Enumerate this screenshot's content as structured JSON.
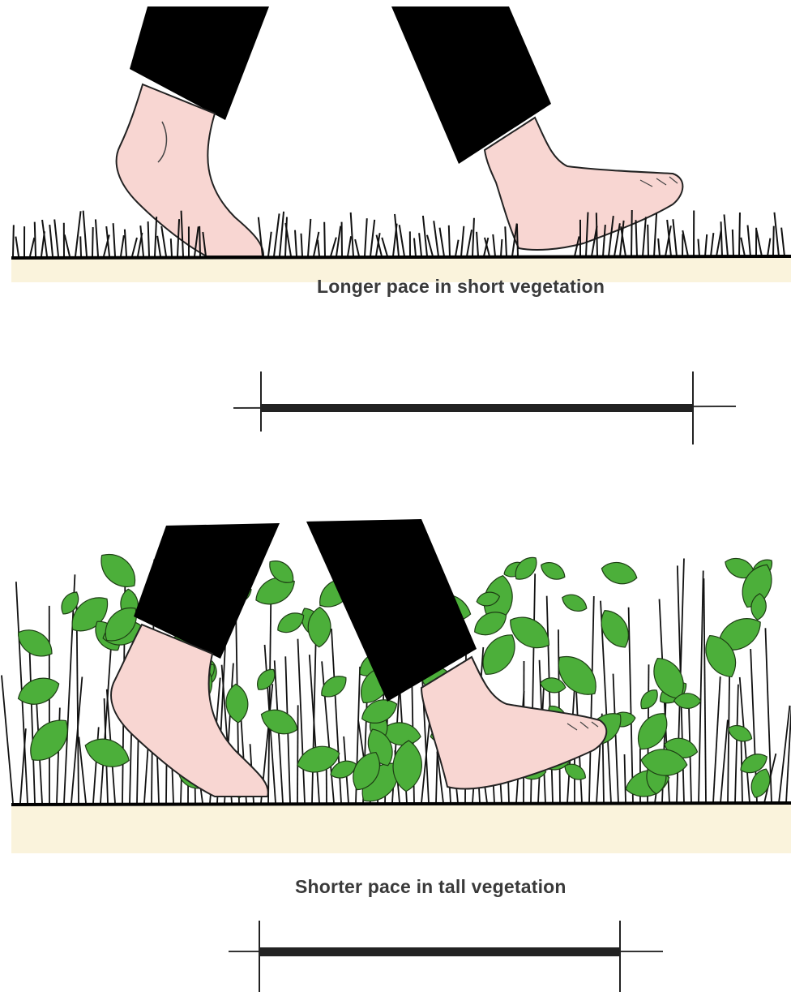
{
  "panels": [
    {
      "caption": "Longer pace in short vegetation",
      "vegetation": "short",
      "pace_relative": 1.0
    },
    {
      "caption": "Shorter pace in tall vegetation",
      "vegetation": "tall",
      "pace_relative": 0.83
    }
  ],
  "colors": {
    "skin": "#f8d6d2",
    "trousers": "#000000",
    "leaves": "#4caf3a",
    "ground": "#faf3dc",
    "ink": "#111111"
  }
}
